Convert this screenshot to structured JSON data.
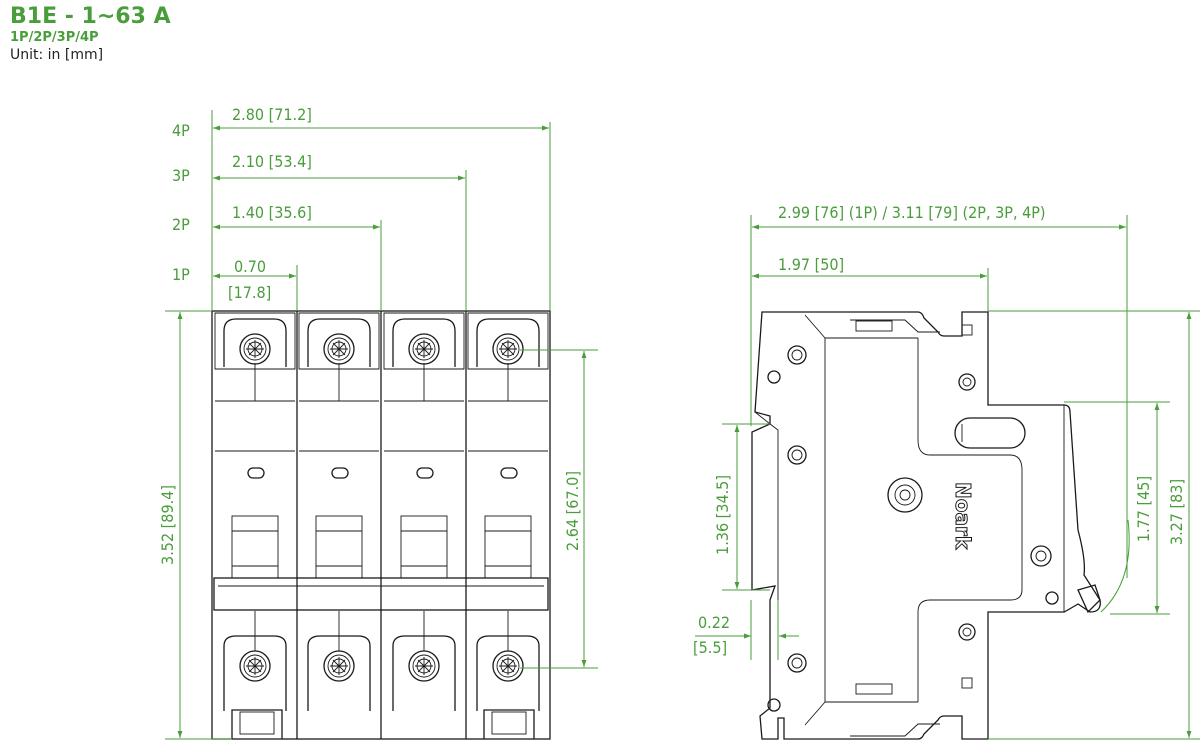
{
  "header": {
    "title": "B1E - 1~63 A",
    "subtitle": "1P/2P/3P/4P",
    "unit": "Unit: in [mm]"
  },
  "front_view": {
    "pole_labels": [
      "4P",
      "3P",
      "2P",
      "1P"
    ],
    "width_dims": [
      "2.80 [71.2]",
      "2.10 [53.4]",
      "1.40 [35.6]",
      "0.70"
    ],
    "width_dim_1p_mm": "[17.8]",
    "height_dim": "3.52 [89.4]",
    "terminal_dim": "2.64 [67.0]"
  },
  "side_view": {
    "depth_dim": "2.99 [76] (1P) / 3.11 [79] (2P, 3P, 4P)",
    "front_dim": "1.97 [50]",
    "rail_dim": "1.36 [34.5]",
    "offset_dim": "0.22",
    "offset_dim_mm": "[5.5]",
    "dim_177": "1.77 [45]",
    "dim_327": "3.27 [83]",
    "brand": "Noark"
  },
  "colors": {
    "accent": "#4a9d3b",
    "line": "#1a1a1a"
  }
}
